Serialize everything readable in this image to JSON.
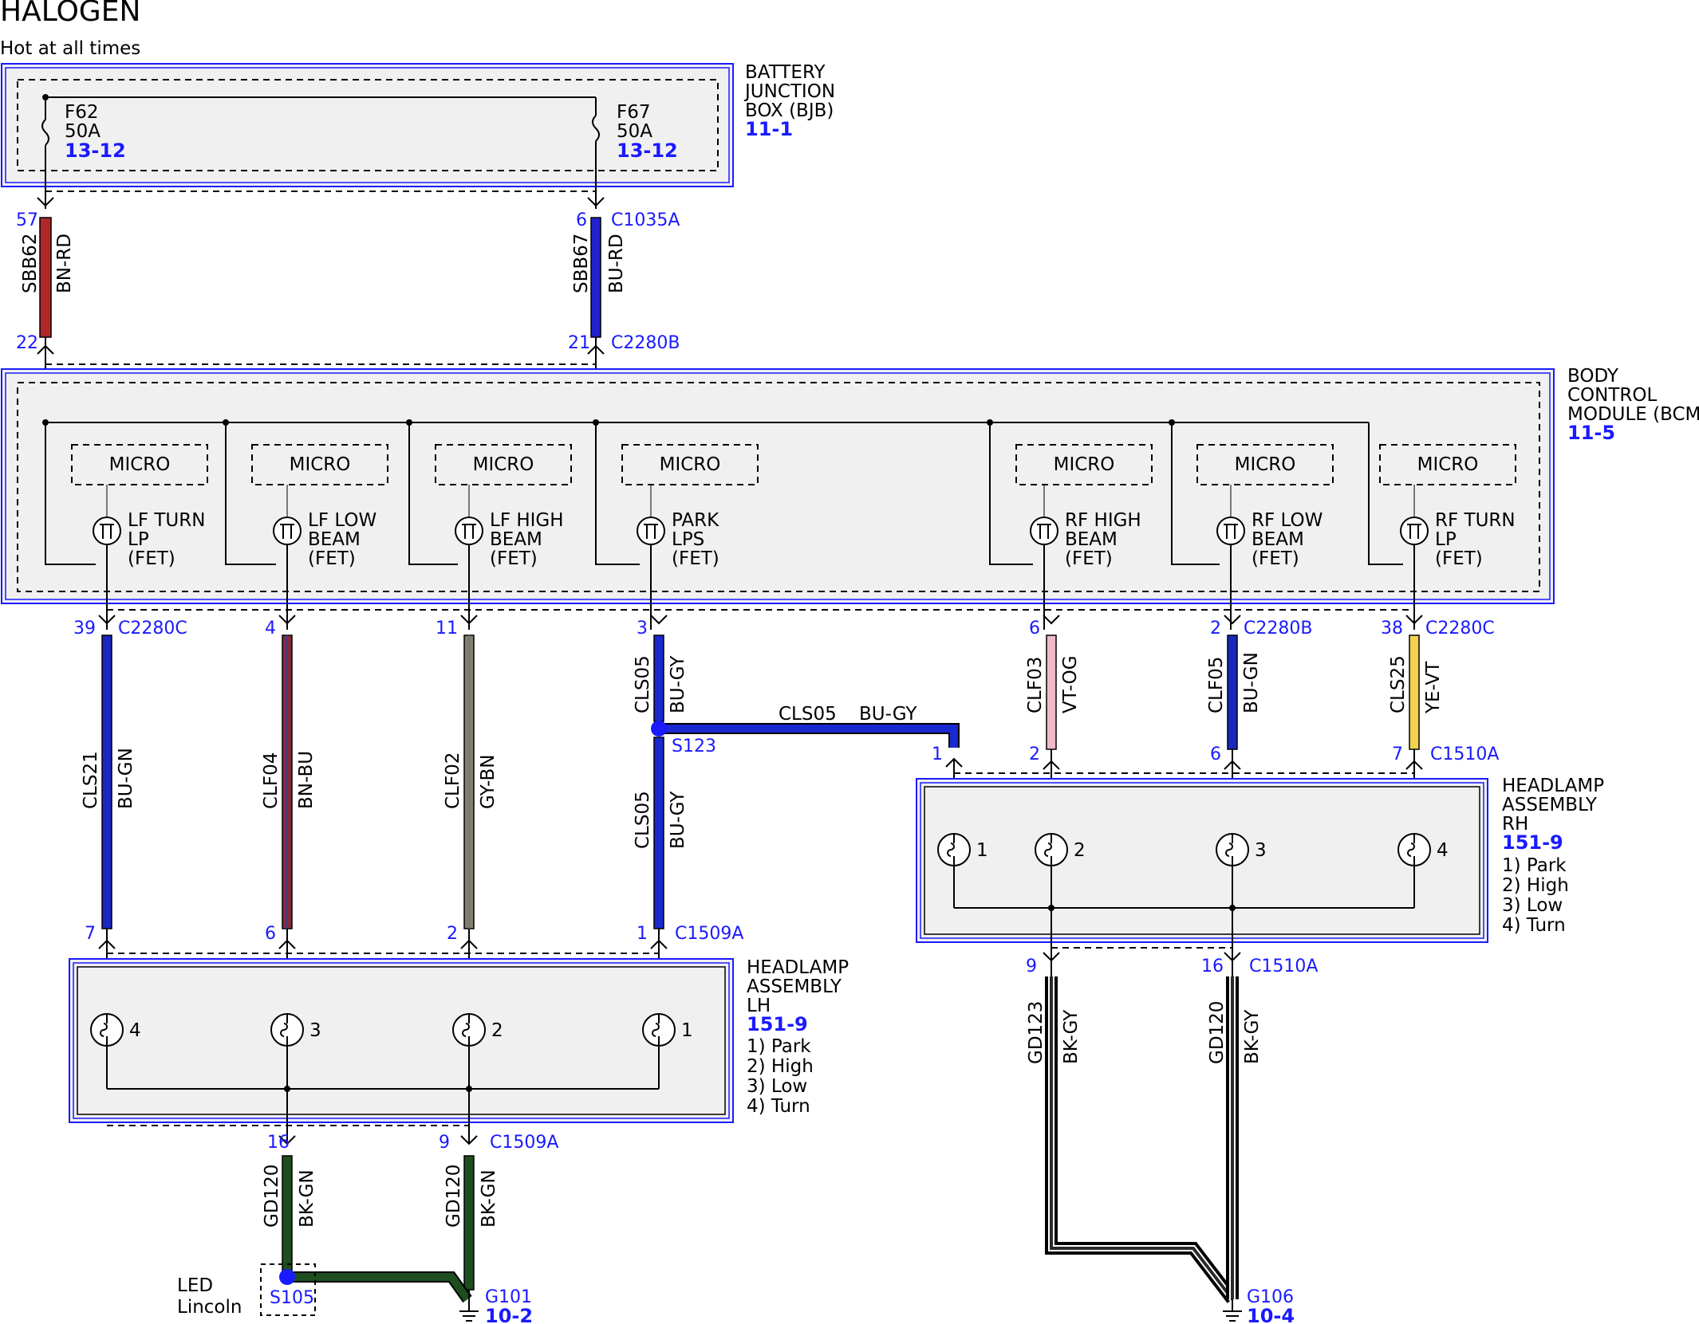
{
  "title": "HALOGEN",
  "subtitle": "Hot at all times",
  "colors": {
    "module_border": "#1a1aff",
    "module_fill": "#f0f0f0",
    "link_text": "#1a1aff",
    "BN-RD": "#b0282b",
    "BU-RD": "#2222cc",
    "BU-GN": "#1a28c0",
    "BN-BU": "#8a2a3a",
    "GY-BN": "#8a7a78",
    "BU-GY": "#1a28d0",
    "VT-OG": "#f1b8c8",
    "YE-VT": "#f3d350",
    "BK-GN": "#1e4d1e",
    "BK-GY": "#2a2a2a"
  },
  "bjb": {
    "name_lines": [
      "BATTERY",
      "JUNCTION",
      "BOX (BJB)"
    ],
    "ref": "11-1",
    "fuses": [
      {
        "id": "F62",
        "rating": "50A",
        "ref": "13-12"
      },
      {
        "id": "F67",
        "rating": "50A",
        "ref": "13-12"
      }
    ]
  },
  "bjb_wires": [
    {
      "circuit": "SBB62",
      "color": "BN-RD",
      "pin_top": "57",
      "pin_bottom": "22",
      "conn_top": "",
      "conn_bottom": ""
    },
    {
      "circuit": "SBB67",
      "color": "BU-RD",
      "pin_top": "6",
      "pin_bottom": "21",
      "conn_top": "C1035A",
      "conn_bottom": "C2280B"
    }
  ],
  "bcm": {
    "name_lines": [
      "BODY",
      "CONTROL",
      "MODULE (BCM)"
    ],
    "ref": "11-5",
    "channels": [
      {
        "micro": "MICRO",
        "label_lines": [
          "LF TURN",
          "LP",
          "(FET)"
        ]
      },
      {
        "micro": "MICRO",
        "label_lines": [
          "LF LOW",
          "BEAM",
          "(FET)"
        ]
      },
      {
        "micro": "MICRO",
        "label_lines": [
          "LF HIGH",
          "BEAM",
          "(FET)"
        ]
      },
      {
        "micro": "MICRO",
        "label_lines": [
          "PARK",
          "LPS",
          "(FET)"
        ]
      },
      {
        "micro": "MICRO",
        "label_lines": [
          "RF HIGH",
          "BEAM",
          "(FET)"
        ]
      },
      {
        "micro": "MICRO",
        "label_lines": [
          "RF LOW",
          "BEAM",
          "(FET)"
        ]
      },
      {
        "micro": "MICRO",
        "label_lines": [
          "RF TURN",
          "LP",
          "(FET)"
        ]
      }
    ]
  },
  "lh_wires": [
    {
      "circuit": "CLS21",
      "color": "BU-GN",
      "pin_top": "39",
      "conn_top": "C2280C",
      "pin_bottom": "7",
      "conn_bottom": ""
    },
    {
      "circuit": "CLF04",
      "color": "BN-BU",
      "pin_top": "4",
      "conn_top": "",
      "pin_bottom": "6",
      "conn_bottom": ""
    },
    {
      "circuit": "CLF02",
      "color": "GY-BN",
      "pin_top": "11",
      "conn_top": "",
      "pin_bottom": "2",
      "conn_bottom": ""
    },
    {
      "circuit": "CLS05",
      "color": "BU-GY",
      "pin_top": "3",
      "conn_top": "",
      "pin_bottom": "1",
      "conn_bottom": "C1509A"
    }
  ],
  "splice_s123": {
    "name": "S123",
    "circuit": "CLS05",
    "color": "BU-GY"
  },
  "rh_wires": [
    {
      "circuit": "CLF03",
      "color": "VT-OG",
      "pin_top": "6",
      "conn_top": "",
      "pin_bottom": "2",
      "conn_bottom": ""
    },
    {
      "circuit": "CLF05",
      "color": "BU-GN",
      "pin_top": "2",
      "conn_top": "C2280B",
      "pin_bottom": "6",
      "conn_bottom": ""
    },
    {
      "circuit": "CLS25",
      "color": "YE-VT",
      "pin_top": "38",
      "conn_top": "C2280C",
      "pin_bottom": "7",
      "conn_bottom": "C1510A"
    }
  ],
  "rh_park_pin": "1",
  "headlamp_lh": {
    "name_lines": [
      "HEADLAMP",
      "ASSEMBLY",
      "LH"
    ],
    "ref": "151-9",
    "legend": [
      "1) Park",
      "2) High",
      "3) Low",
      "4) Turn"
    ],
    "bulbs": [
      "4",
      "3",
      "2",
      "1"
    ]
  },
  "headlamp_rh": {
    "name_lines": [
      "HEADLAMP",
      "ASSEMBLY",
      "RH"
    ],
    "ref": "151-9",
    "legend": [
      "1) Park",
      "2) High",
      "3) Low",
      "4) Turn"
    ],
    "bulbs": [
      "1",
      "2",
      "3",
      "4"
    ]
  },
  "lh_grounds": [
    {
      "circuit": "GD120",
      "color": "BK-GN",
      "pin": "16",
      "conn": ""
    },
    {
      "circuit": "GD120",
      "color": "BK-GN",
      "pin": "9",
      "conn": "C1509A"
    }
  ],
  "rh_grounds": [
    {
      "circuit": "GD123",
      "color": "BK-GY",
      "pin": "9",
      "conn": ""
    },
    {
      "circuit": "GD120",
      "color": "BK-GY",
      "pin": "16",
      "conn": "C1510A"
    }
  ],
  "splice_s105": {
    "name": "S105",
    "note_lines": [
      "LED",
      "Lincoln"
    ]
  },
  "ground_g101": {
    "name": "G101",
    "ref": "10-2"
  },
  "ground_g106": {
    "name": "G106",
    "ref": "10-4"
  }
}
